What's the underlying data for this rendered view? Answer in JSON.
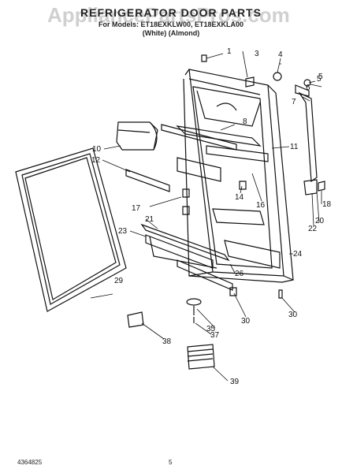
{
  "watermark": "AppliancePartsPros.com",
  "header": {
    "title": "REFRIGERATOR DOOR PARTS",
    "models": "For Models: ET18EXKLW00, ET18EXKLA00",
    "colors": "(White)        (Almond)"
  },
  "footer": {
    "doc_number": "4364825",
    "page_number": "5"
  },
  "callouts": [
    "1",
    "3",
    "4",
    "5",
    "5",
    "6",
    "7",
    "8",
    "10",
    "11",
    "12",
    "14",
    "16",
    "17",
    "18",
    "20",
    "21",
    "22",
    "23",
    "24",
    "26",
    "29",
    "30",
    "30",
    "35",
    "37",
    "38",
    "39"
  ]
}
